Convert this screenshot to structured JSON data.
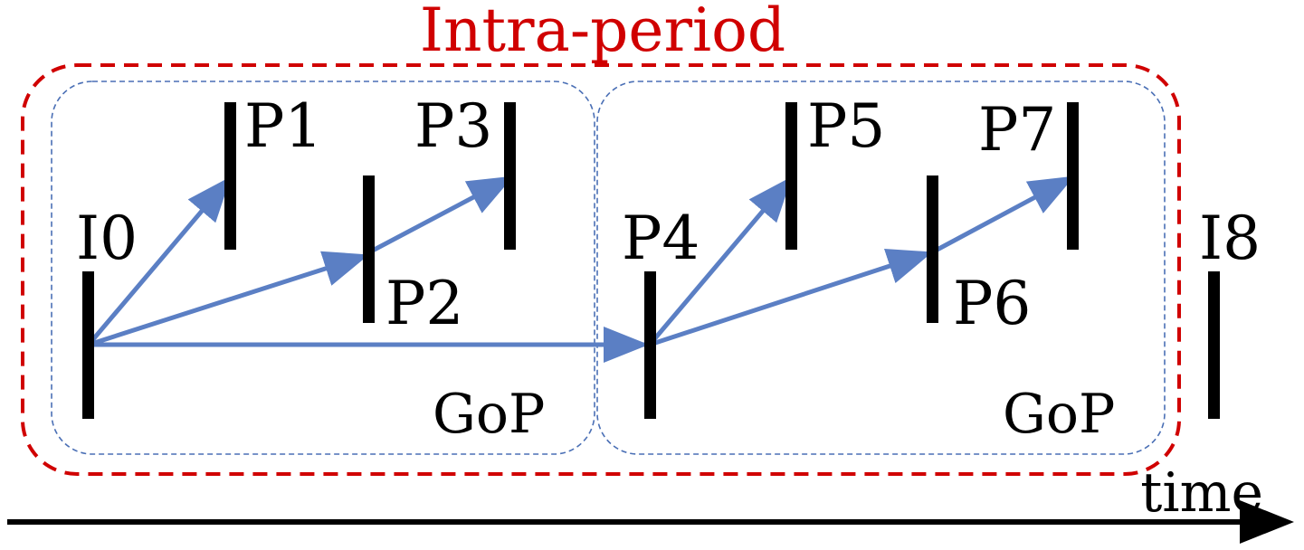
{
  "title": "Intra-period",
  "group_labels": [
    "GoP",
    "GoP"
  ],
  "axis_label": "time",
  "frames": [
    {
      "id": "I0",
      "label": "I0"
    },
    {
      "id": "P1",
      "label": "P1"
    },
    {
      "id": "P2",
      "label": "P2"
    },
    {
      "id": "P3",
      "label": "P3"
    },
    {
      "id": "P4",
      "label": "P4"
    },
    {
      "id": "P5",
      "label": "P5"
    },
    {
      "id": "P6",
      "label": "P6"
    },
    {
      "id": "P7",
      "label": "P7"
    },
    {
      "id": "I8",
      "label": "I8"
    }
  ],
  "references": [
    {
      "from": "I0",
      "to": "P1"
    },
    {
      "from": "I0",
      "to": "P2"
    },
    {
      "from": "P2",
      "to": "P3"
    },
    {
      "from": "I0",
      "to": "P4"
    },
    {
      "from": "P4",
      "to": "P5"
    },
    {
      "from": "P4",
      "to": "P6"
    },
    {
      "from": "P6",
      "to": "P7"
    }
  ],
  "colors": {
    "intra_period_border": "#d00000",
    "intra_period_text": "#d00000",
    "gop_border": "#4a6fb5",
    "arrow": "#5b7fc4",
    "frame_bar": "#000000",
    "axis": "#000000"
  }
}
